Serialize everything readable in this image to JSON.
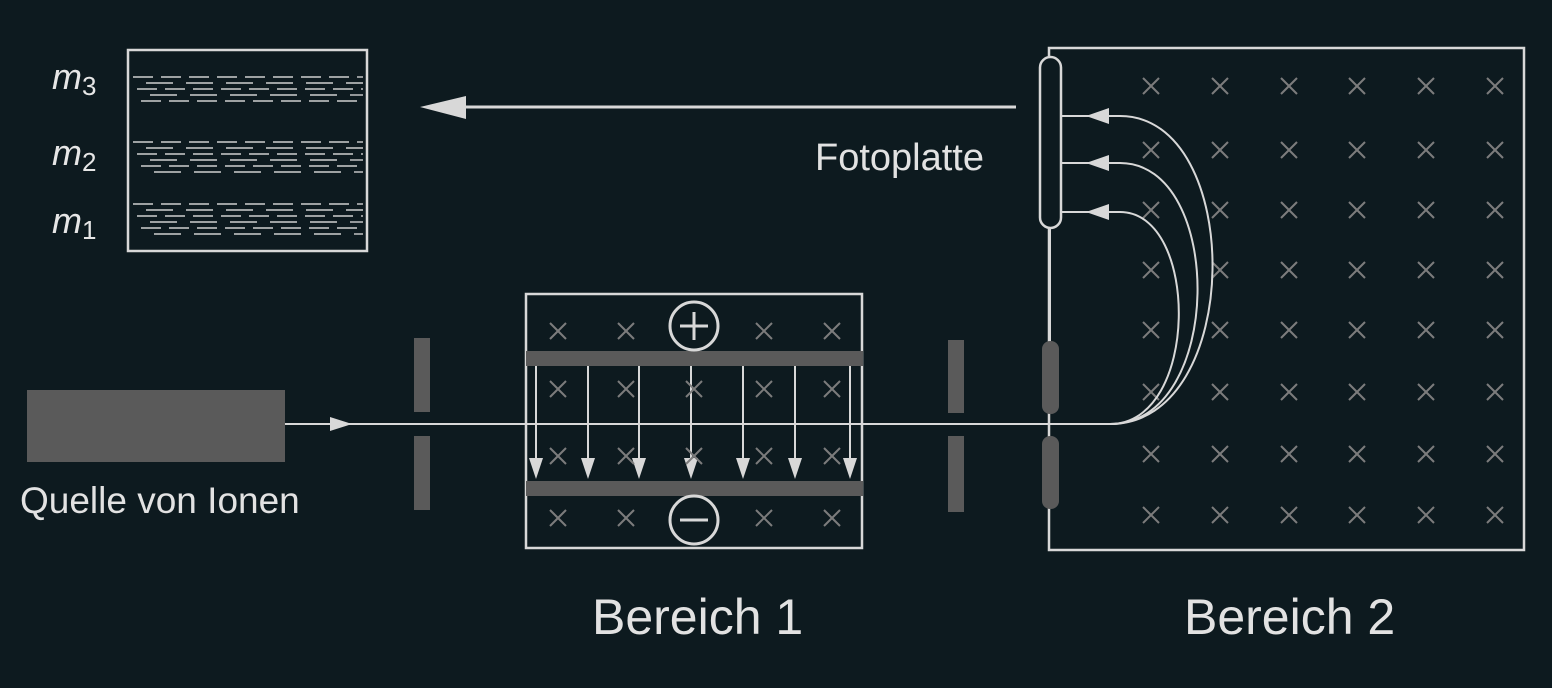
{
  "labels": {
    "source": "Quelle von Ionen",
    "photo_plate": "Fotoplatte",
    "region1": "Bereich 1",
    "region2": "Bereich 2"
  },
  "masses": [
    {
      "symbol": "m",
      "index": "3"
    },
    {
      "symbol": "m",
      "index": "2"
    },
    {
      "symbol": "m",
      "index": "1"
    }
  ],
  "plate_signs": {
    "positive": "+",
    "negative": "−"
  },
  "colors": {
    "background": "#0d1a1f",
    "line": "#d8d8d8",
    "dark_gray": "#5a5a5a",
    "cross": "#7c7c7c",
    "text": "#e2e2e2"
  }
}
